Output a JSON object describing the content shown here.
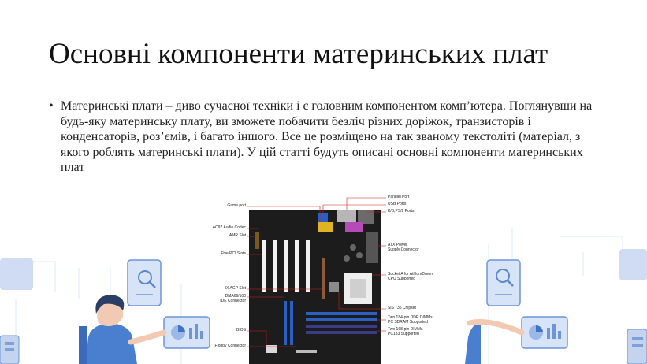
{
  "slide": {
    "title": "Основні компоненти материнських плат",
    "bullet": "Материнські плати – диво сучасної техніки і є головним компонентом комп’ютера. Поглянувши на будь-яку материнську плату, ви зможете побачити безліч різних доріжок, транзисторів і конденсаторів, роз’ємів, і багато іншого. Все це розміщено на так званому текстоліті (матеріал, з якого роблять материнські плати). У цій статті будуть описані основні компоненти материнських плат"
  },
  "figure": {
    "left_labels": [
      "Game port",
      "AC97 Audio Codec",
      "AMR Slot",
      "Five PCI Slots",
      "4X AGP Slot",
      "DMA66/100",
      "IDE Connector",
      "BIOS",
      "Floppy Connector"
    ],
    "right_labels": [
      "Parallel Port",
      "USB Ports",
      "K/B,PS/2 Ports",
      "ATX Power",
      "Supply Connector",
      "Socket A for Athlon/Duron",
      "CPU Supported",
      "SiS 735 Chipset",
      "Two 184-pin DDR DIMMs",
      "PC SDRAM Supported",
      "Two 168-pin DIMMs",
      "PC133 Supported"
    ]
  },
  "colors": {
    "accent_blue": "#4a7fd0",
    "light_blue": "#c9d9f3",
    "callout_red": "#d21e1e",
    "board_dark": "#1c1c1c"
  },
  "icons": [
    "search-document-icon",
    "chart-document-icon",
    "person-icon"
  ]
}
